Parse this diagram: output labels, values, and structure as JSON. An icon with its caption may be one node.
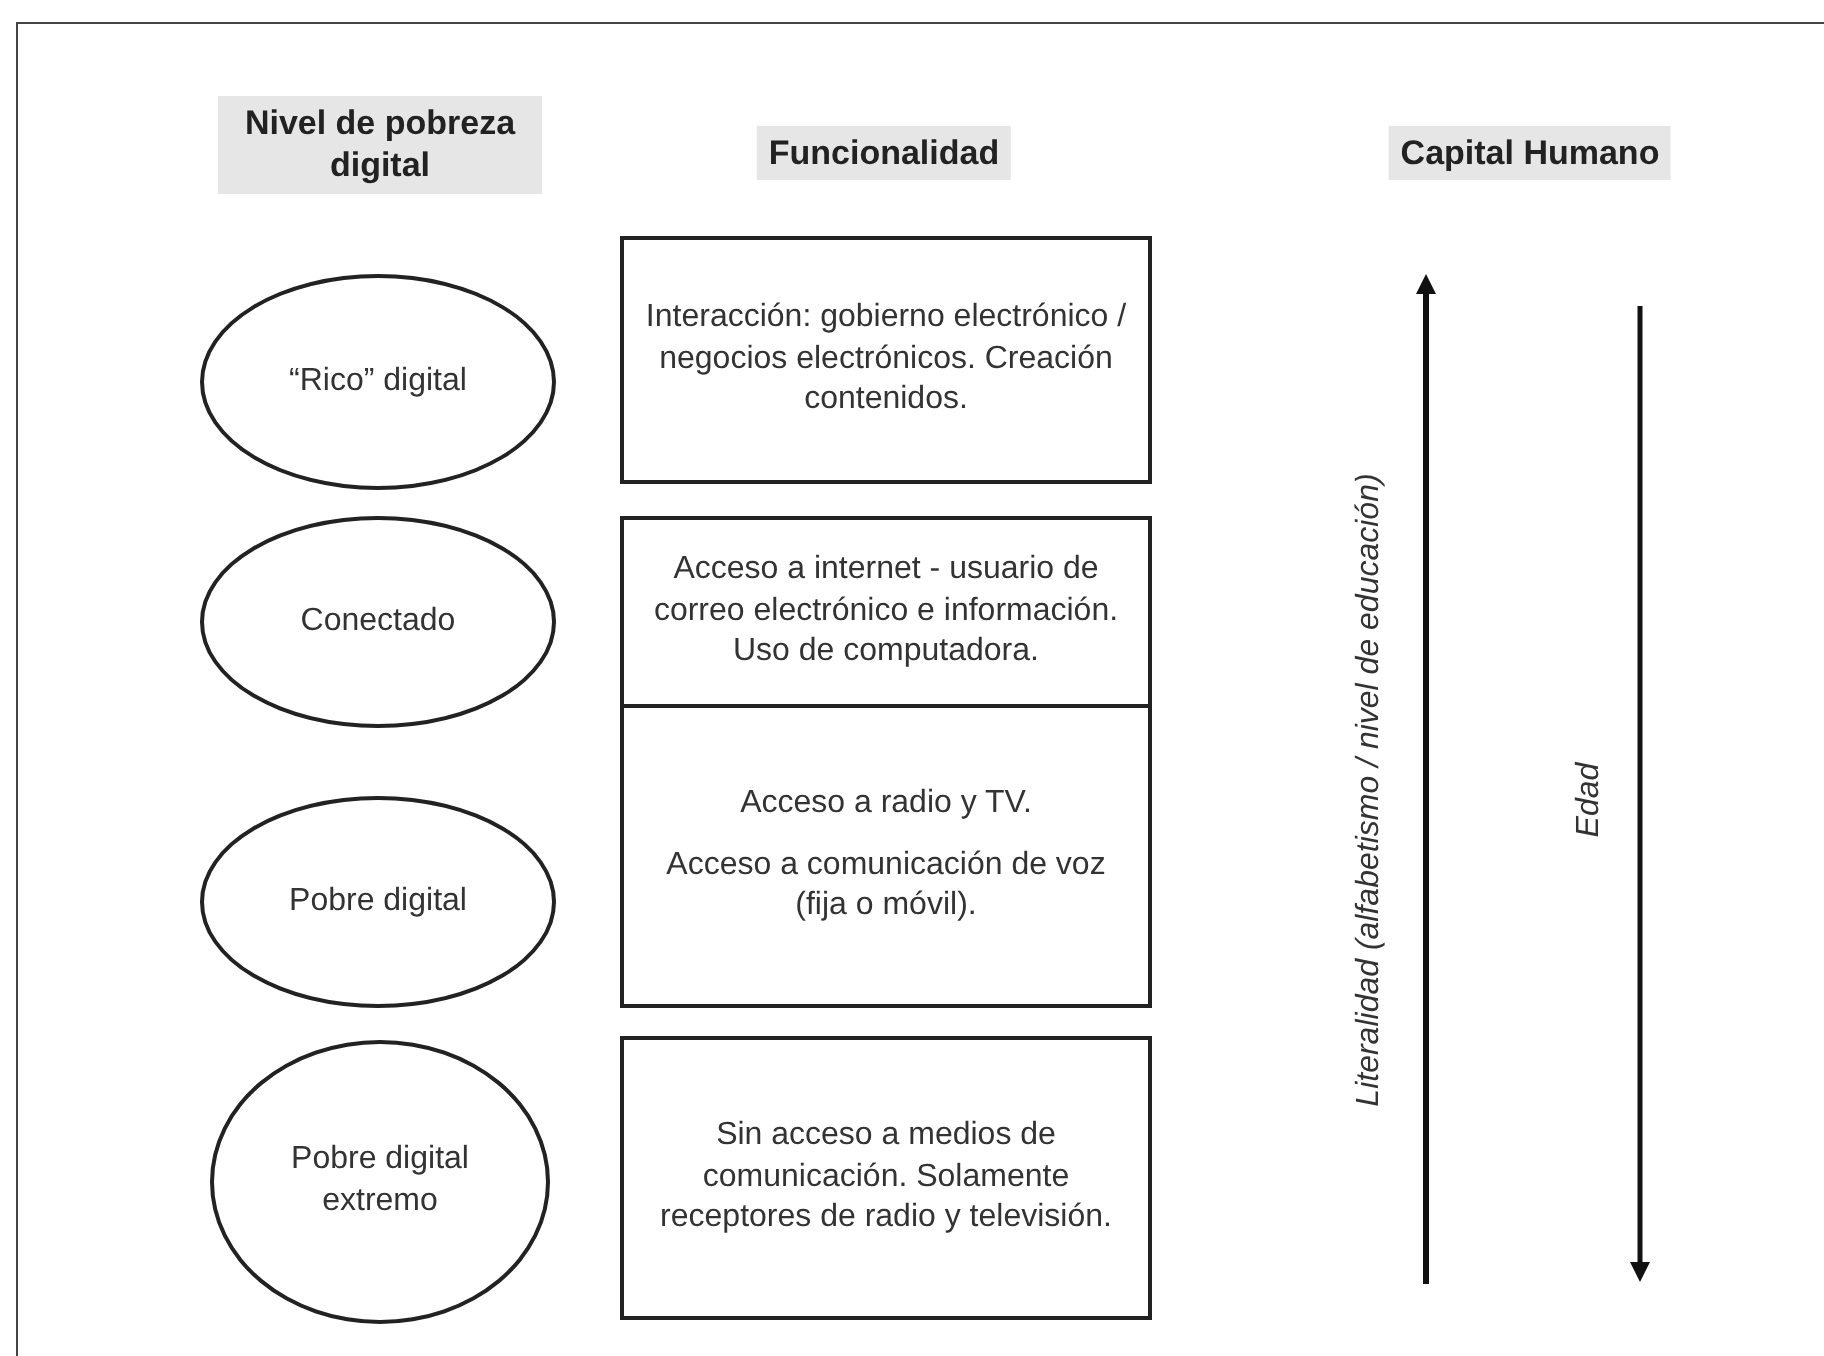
{
  "diagram": {
    "nodes": [
      {
        "text": [
          "“Rico” digital"
        ]
      },
      {
        "text": [
          "Conectado"
        ]
      },
      {
        "text": [
          "Pobre digital"
        ]
      },
      {
        "text": [
          "Pobre digital extremo"
        ]
      },
      {
        "text": [
          "Interacción: gobierno electrónico / negocios electrónicos. Creación contenidos."
        ]
      },
      {
        "text": [
          "Acceso a internet - usuario de correo electrónico e información. Uso de computadora."
        ]
      },
      {
        "text": [
          "Acceso a radio y TV.",
          "Acceso a comunicación de voz (fija o móvil)."
        ]
      },
      {
        "text": [
          "Sin acceso a medios de comunicación. Solamente receptores de radio y televisión."
        ]
      }
    ],
    "edges": [],
    "labels": [
      "Nivel de pobreza digital",
      "Funcionalidad",
      "Capital Humano",
      "Literalidad (alfabetismo / nivel de educación)",
      "Edad"
    ]
  }
}
